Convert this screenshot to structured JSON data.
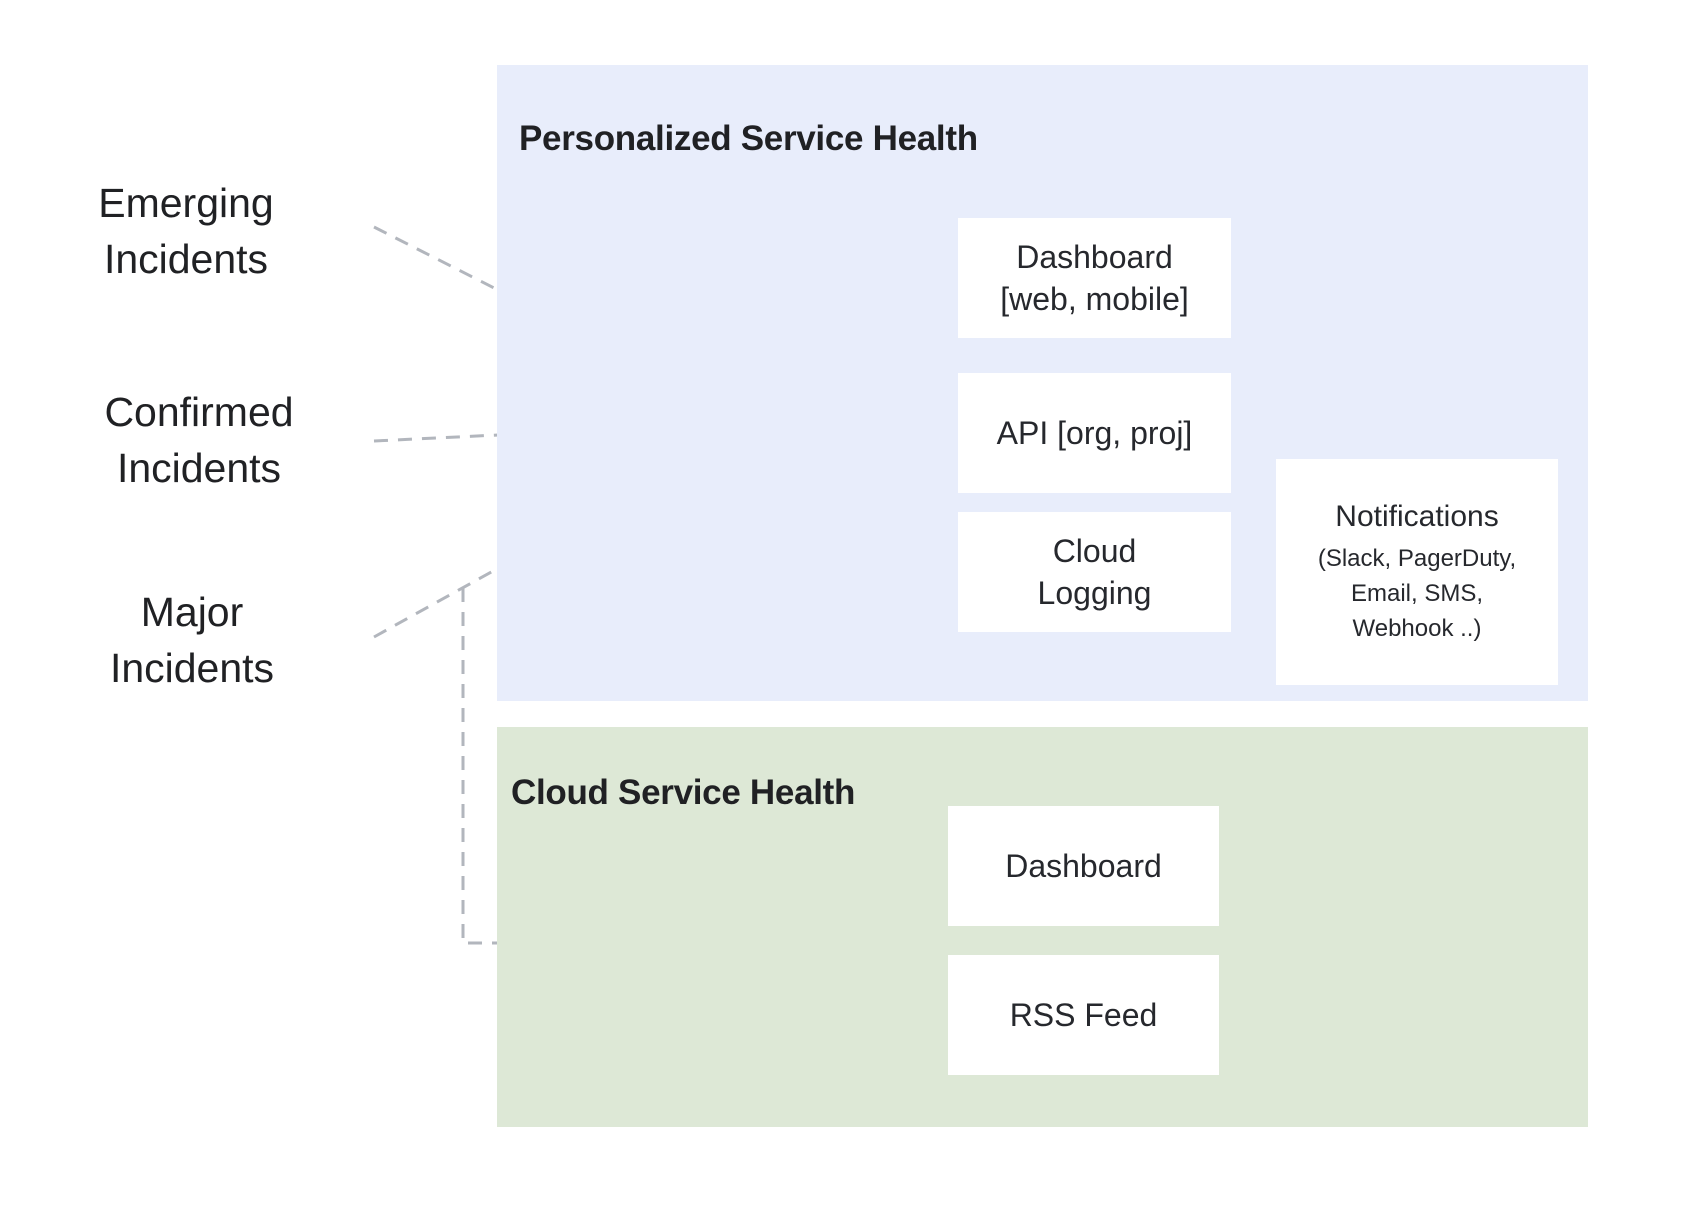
{
  "sources": [
    {
      "label": "Emerging\nIncidents"
    },
    {
      "label": "Confirmed\nIncidents"
    },
    {
      "label": "Major\nIncidents"
    }
  ],
  "personalized": {
    "title": "Personalized Service Health",
    "dashboard_label": "Dashboard\n[web, mobile]",
    "api_label": "API [org, proj]",
    "cloud_logging_label": "Cloud\nLogging",
    "notifications_title": "Notifications",
    "notifications_channels": "(Slack, PagerDuty,\nEmail, SMS,\nWebhook ..)"
  },
  "cloud": {
    "title": "Cloud Service Health",
    "dashboard_label": "Dashboard",
    "rss_label": "RSS Feed"
  },
  "colors": {
    "personalized_panel_bg": "#e8edfb",
    "cloud_panel_bg": "#dde8d6",
    "connector_dark": "#5f6368",
    "connector_light": "#b2b6bd",
    "hub_fill": "#f8fafb",
    "text": "#202124",
    "box_bg": "#ffffff"
  }
}
